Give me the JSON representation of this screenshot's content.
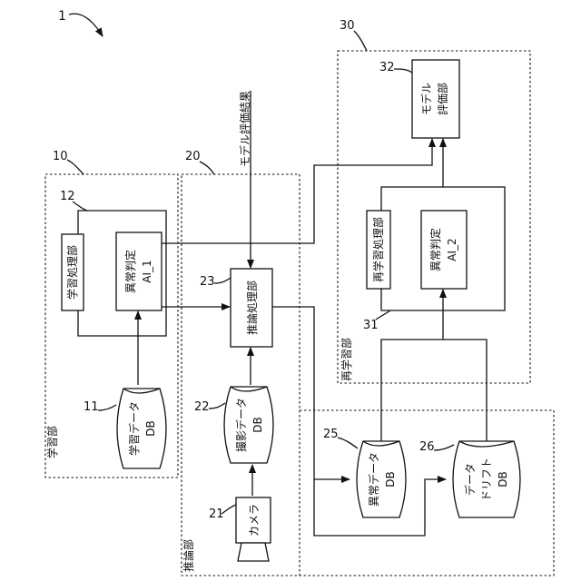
{
  "ref_system": "1",
  "groups": {
    "learning": {
      "ref": "10",
      "label": "学習部"
    },
    "inference": {
      "ref": "20",
      "label": "推論部"
    },
    "relearning": {
      "ref": "30",
      "label": "再学習部"
    }
  },
  "blocks": {
    "learning_processor": {
      "ref": "12",
      "label": "学習処理部"
    },
    "anomaly_ai1": {
      "line1": "異常判定",
      "line2": "AI_1"
    },
    "learning_data_db": {
      "ref": "11",
      "line1": "学習データ",
      "line2": "DB"
    },
    "inference_processor": {
      "ref": "23",
      "label": "推論処理部"
    },
    "captured_data_db": {
      "ref": "22",
      "line1": "撮影データ",
      "line2": "DB"
    },
    "camera": {
      "ref": "21",
      "label": "カメラ"
    },
    "relearning_processor": {
      "ref": "31",
      "label": "再学習処理部"
    },
    "anomaly_ai2": {
      "line1": "異常判定",
      "line2": "AI_2"
    },
    "model_evaluator": {
      "ref": "32",
      "line1": "モデル",
      "line2": "評価部"
    },
    "anomaly_data_db": {
      "ref": "25",
      "line1": "異常データ",
      "line2": "DB"
    },
    "data_drift_db": {
      "ref": "26",
      "line1": "データ",
      "line2": "ドリフト",
      "line3": "DB"
    }
  },
  "edge_labels": {
    "model_eval_result": "モデル評価結果"
  }
}
